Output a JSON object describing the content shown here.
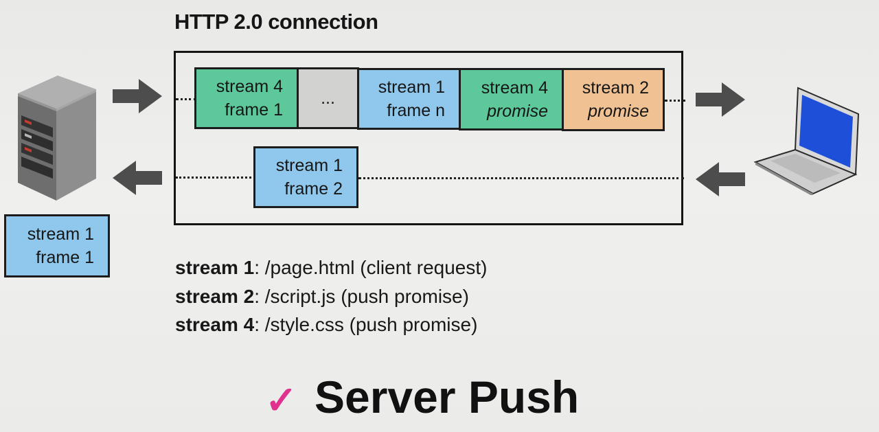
{
  "diagram": {
    "title": "HTTP 2.0 connection",
    "top_lane": [
      {
        "line1": "stream 4",
        "line2": "frame 1",
        "italic": false,
        "color": "#5dc89a"
      },
      {
        "line1": "...",
        "line2": "",
        "italic": false,
        "color": "#d2d2d0"
      },
      {
        "line1": "stream 1",
        "line2": "frame n",
        "italic": false,
        "color": "#8fc8ec"
      },
      {
        "line1": "stream 4",
        "line2": "promise",
        "italic": true,
        "color": "#5dc89a"
      },
      {
        "line1": "stream 2",
        "line2": "promise",
        "italic": true,
        "color": "#f0c293"
      }
    ],
    "bottom_lane": {
      "line1": "stream 1",
      "line2": "frame 2",
      "color": "#8fc8ec"
    },
    "server_received": {
      "line1": "stream 1",
      "line2": "frame 1",
      "color": "#8fc8ec"
    },
    "legend": [
      {
        "key": "stream 1",
        "value": ": /page.html  (client request)"
      },
      {
        "key": "stream 2",
        "value": ": /script.js  (push promise)"
      },
      {
        "key": "stream 4",
        "value": ": /style.css  (push promise)"
      }
    ],
    "caption": {
      "check": "✓",
      "text": "Server Push",
      "check_color": "#e0318f"
    },
    "icons": [
      "server-icon",
      "laptop-icon",
      "arrow-right-icon",
      "arrow-left-icon"
    ]
  }
}
